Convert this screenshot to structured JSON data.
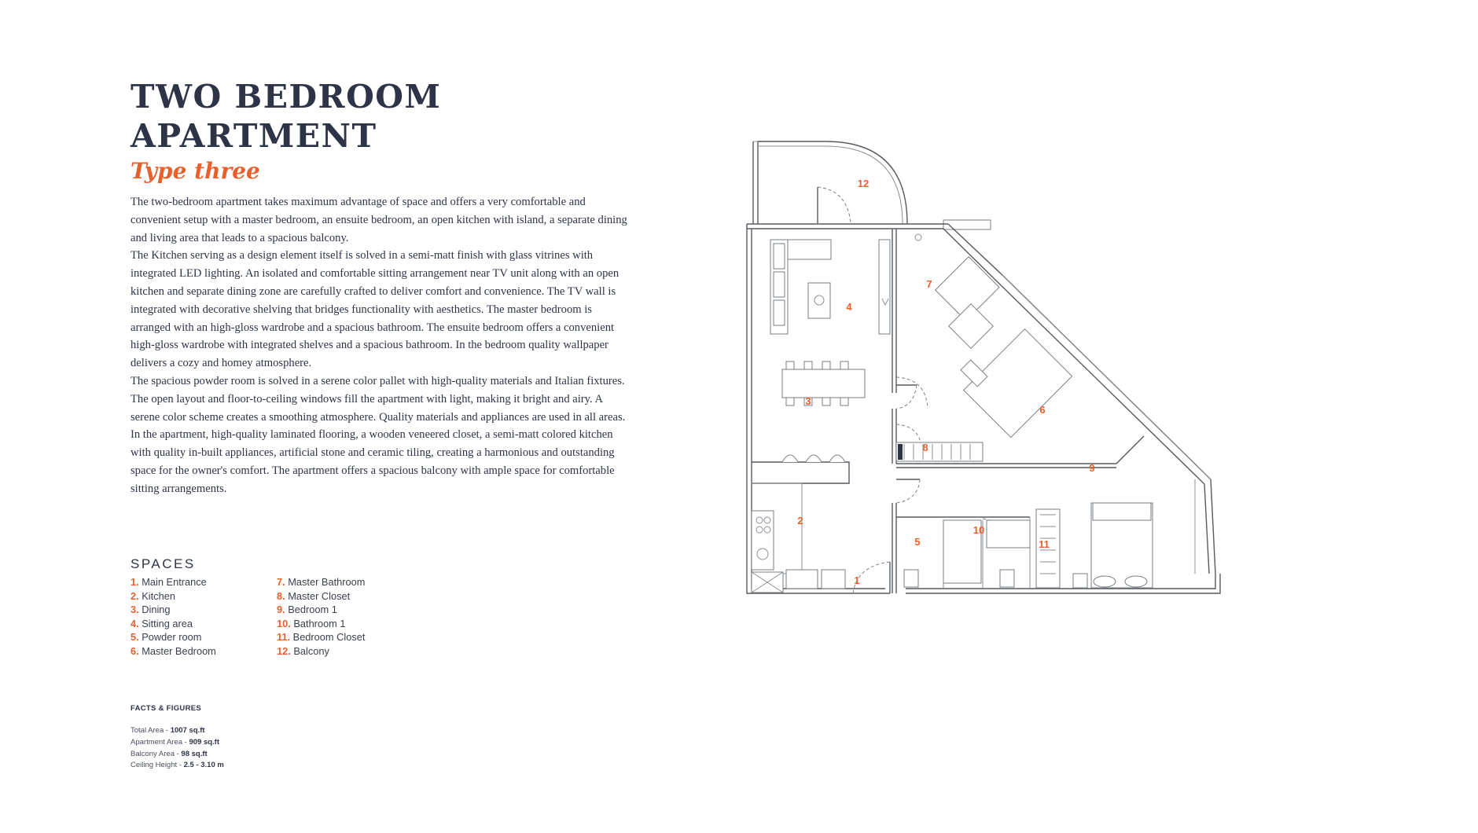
{
  "heading": {
    "title_line1": "TWO BEDROOM",
    "title_line2": "APARTMENT",
    "subtitle": "Type three"
  },
  "description": [
    "The two-bedroom apartment takes maximum advantage of space and offers a very comfortable and convenient setup with a master bedroom, an ensuite bedroom, an open kitchen with island, a separate dining and living area that leads to a spacious balcony.",
    "The Kitchen serving as a design element itself is solved in a semi-matt finish with glass vitrines with integrated LED lighting. An isolated and comfortable sitting arrangement near TV unit along with an open kitchen and separate dining zone are carefully crafted to deliver comfort and convenience. The TV wall is integrated with decorative shelving that bridges functionality with aesthetics.  The master bedroom is arranged with an high-gloss wardrobe and a spacious bathroom. The ensuite bedroom offers a convenient high-gloss wardrobe with integrated shelves and a spacious bathroom.  In the bedroom quality wallpaper delivers a cozy and homey atmosphere.",
    "The spacious powder room is solved in a serene color pallet with high-quality materials and Italian fixtures.  The open layout and floor-to-ceiling windows fill the apartment with light, making it bright and airy. A serene color scheme creates a smoothing atmosphere. Quality materials and appliances are used in all areas. In the apartment, high-quality laminated flooring, a wooden veneered closet, a semi-matt colored kitchen with quality in-built appliances, artificial stone and ceramic tiling, creating a harmonious and outstanding space for the owner's comfort. The apartment offers a spacious balcony with ample space for comfortable sitting arrangements."
  ],
  "spaces": {
    "heading": "SPACES",
    "items": [
      {
        "num": "1.",
        "label": "Main Entrance"
      },
      {
        "num": "2.",
        "label": "Kitchen"
      },
      {
        "num": "3.",
        "label": "Dining"
      },
      {
        "num": "4.",
        "label": "Sitting area"
      },
      {
        "num": "5.",
        "label": "Powder room"
      },
      {
        "num": "6.",
        "label": "Master Bedroom"
      },
      {
        "num": "7.",
        "label": "Master Bathroom"
      },
      {
        "num": "8.",
        "label": "Master Closet"
      },
      {
        "num": "9.",
        "label": "Bedroom 1"
      },
      {
        "num": "10.",
        "label": "Bathroom 1"
      },
      {
        "num": "11.",
        "label": "Bedroom Closet"
      },
      {
        "num": "12.",
        "label": "Balcony"
      }
    ]
  },
  "facts": {
    "heading": "FACTS & FIGURES",
    "items": [
      {
        "label": "Total Area - ",
        "value": "1007 sq.ft"
      },
      {
        "label": "Apartment Area - ",
        "value": "909 sq.ft"
      },
      {
        "label": "Balcony Area - ",
        "value": "98 sq.ft"
      },
      {
        "label": "Ceiling Height - ",
        "value": "2.5 - 3.10 m"
      }
    ]
  },
  "floorplan": {
    "room_numbers": [
      "1",
      "2",
      "3",
      "4",
      "5",
      "6",
      "7",
      "8",
      "9",
      "10",
      "11",
      "12"
    ]
  },
  "colors": {
    "accent": "#e8602c",
    "navy": "#2e3447"
  }
}
